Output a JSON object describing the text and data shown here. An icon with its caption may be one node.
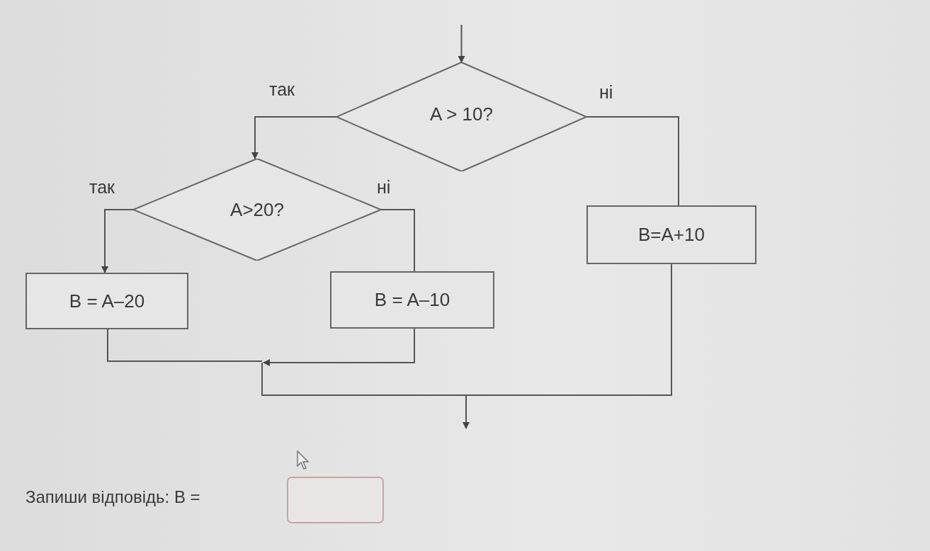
{
  "diagram": {
    "nodes": [
      {
        "text": [
          "A > 10?"
        ]
      },
      {
        "text": [
          "A>20?"
        ]
      },
      {
        "text": [
          "B=A+10"
        ]
      },
      {
        "text": [
          "B = A–20"
        ]
      },
      {
        "text": [
          "B = A–10"
        ]
      }
    ],
    "edges": [
      {
        "from": null,
        "to": 0,
        "arrow": "to"
      },
      {
        "from": 0,
        "to": 1,
        "arrow": "to",
        "label": "так"
      },
      {
        "from": 0,
        "to": 2,
        "arrow": "none",
        "label": "ні"
      },
      {
        "from": 1,
        "to": 3,
        "arrow": "to",
        "label": "так"
      },
      {
        "from": 1,
        "to": 4,
        "arrow": "none",
        "label": "ні"
      },
      {
        "from": 3,
        "to": null,
        "arrow": "none"
      },
      {
        "from": 4,
        "to": null,
        "arrow": "to"
      },
      {
        "from": 2,
        "to": null,
        "arrow": "none"
      }
    ],
    "labels": [
      "Запиши відповідь: B ="
    ]
  }
}
